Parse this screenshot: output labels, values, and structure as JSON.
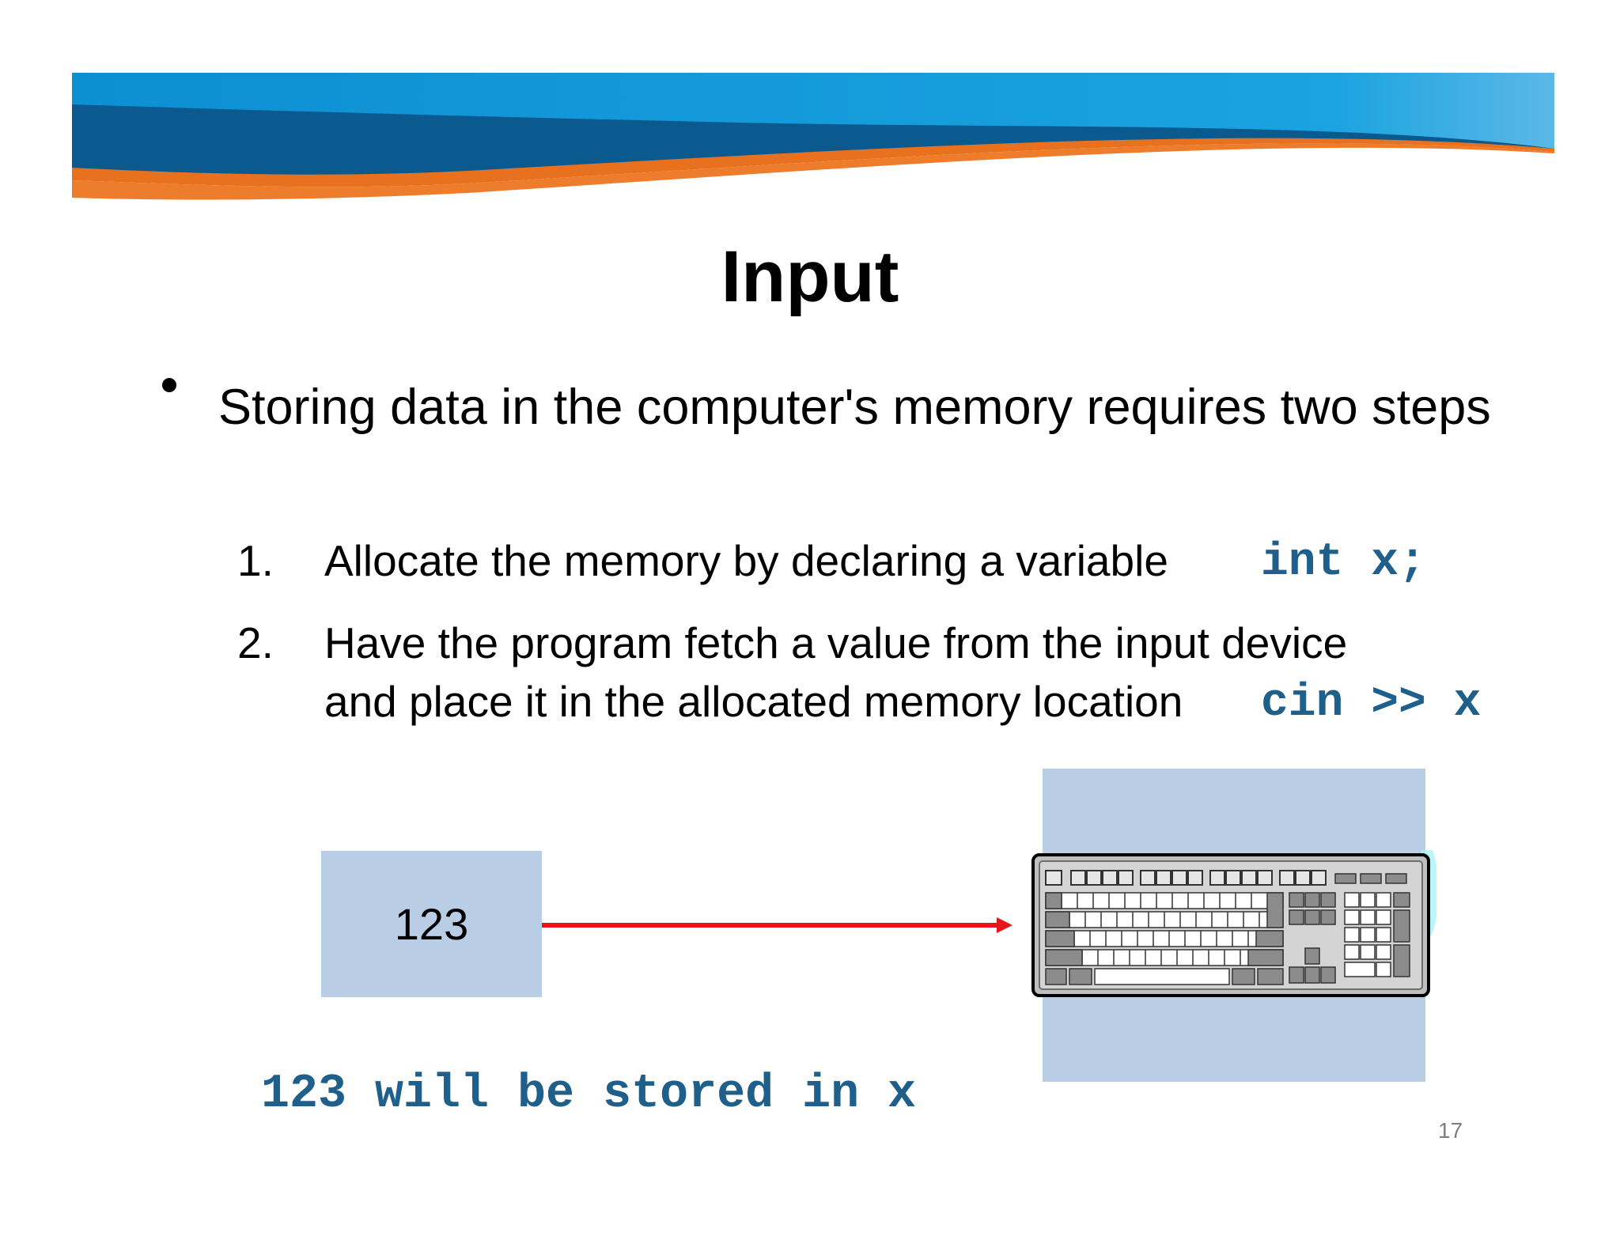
{
  "slide": {
    "title": "Input",
    "bullet": "Storing data in the computer's memory requires two steps",
    "steps": [
      {
        "number": "1.",
        "text": "Allocate the memory by declaring a variable",
        "code": "int x;"
      },
      {
        "number": "2.",
        "text_line1": "Have the program fetch a value from the input device",
        "text_line2": "and place it in the allocated memory location",
        "code": "cin >> x"
      }
    ],
    "memory_value": "123",
    "caption": "123 will be stored in x",
    "page_number": "17"
  },
  "colors": {
    "code_blue": "#1f5f8b",
    "box_fill": "#b9cde5",
    "arrow_red": "#e8141c",
    "banner_dark_blue": "#0b5a8f",
    "banner_light_blue": "#0f9ad8",
    "banner_orange": "#ec7a2a"
  },
  "icons": {
    "device": "keyboard-icon"
  }
}
